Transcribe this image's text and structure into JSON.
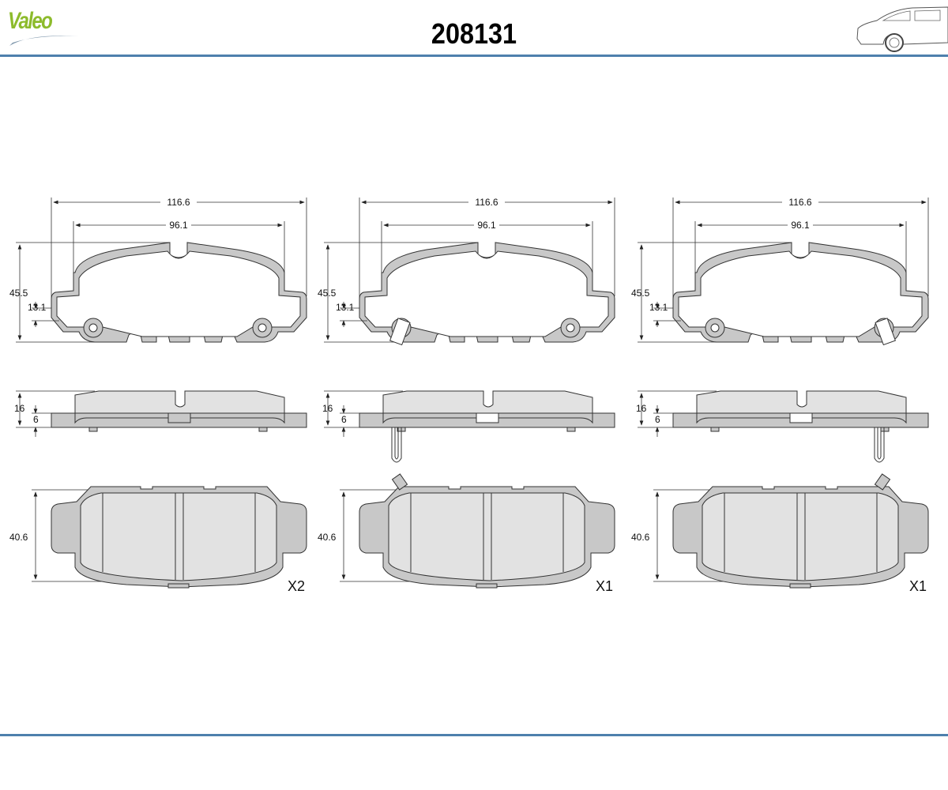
{
  "header": {
    "brand": "Valeo",
    "part_number": "208131"
  },
  "colors": {
    "rule": "#4e80ad",
    "brand": "#8dbb2c",
    "plate": "#c8c8c8",
    "friction": "#e2e2e2"
  },
  "sets": [
    {
      "overall_width": "116.6",
      "pad_width": "96.1",
      "height": "45.5",
      "ear_height": "13.1",
      "total_thickness": "16",
      "plate_thickness": "6",
      "pad_height": "40.6",
      "quantity": "X2",
      "wear_sensor": "none"
    },
    {
      "overall_width": "116.6",
      "pad_width": "96.1",
      "height": "45.5",
      "ear_height": "13.1",
      "total_thickness": "16",
      "plate_thickness": "6",
      "pad_height": "40.6",
      "quantity": "X1",
      "wear_sensor": "left"
    },
    {
      "overall_width": "116.6",
      "pad_width": "96.1",
      "height": "45.5",
      "ear_height": "13.1",
      "total_thickness": "16",
      "plate_thickness": "6",
      "pad_height": "40.6",
      "quantity": "X1",
      "wear_sensor": "right"
    }
  ]
}
